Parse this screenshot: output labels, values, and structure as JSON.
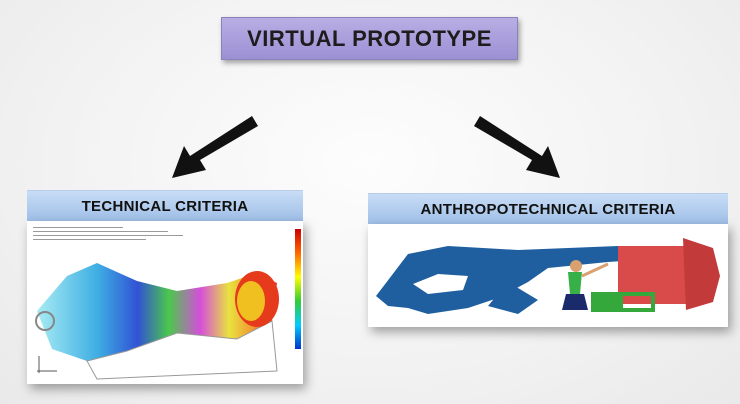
{
  "title": "VIRTUAL PROTOTYPE",
  "left_section": {
    "label": "TECHNICAL CRITERIA"
  },
  "right_section": {
    "label": "ANTHROPOTECHNICAL CRITERIA"
  },
  "colors": {
    "title_box": "#a699dc",
    "header_bar": "#b3cdee",
    "arrow": "#111111",
    "machine_blue": "#1f5fa0",
    "machine_red": "#d94a4a",
    "machine_green": "#34a83a"
  },
  "icons": [
    "down-left-arrow",
    "down-right-arrow"
  ]
}
